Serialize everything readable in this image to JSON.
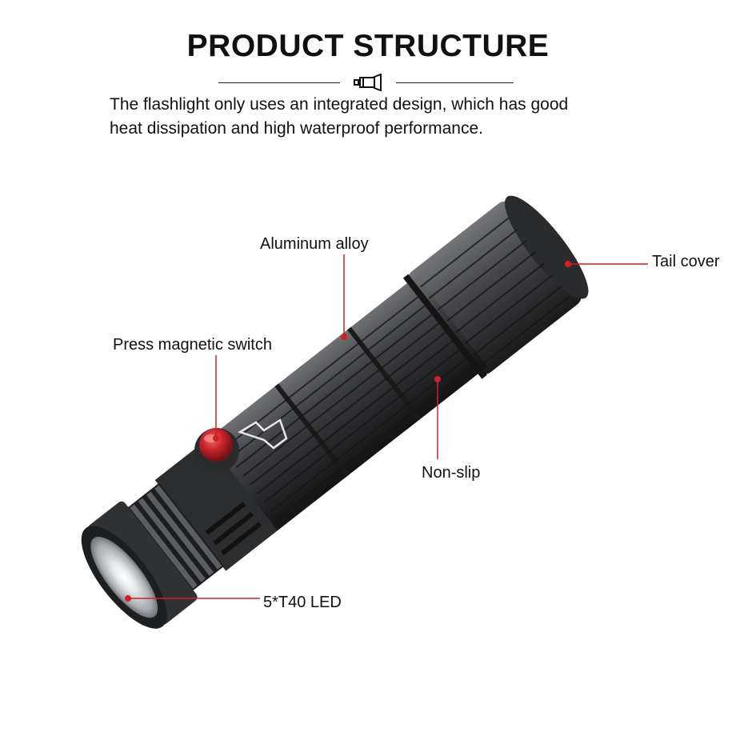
{
  "heading": {
    "title": "PRODUCT STRUCTURE",
    "icon": "flashlight-icon"
  },
  "description": {
    "line1": "The flashlight only uses an integrated design, which has good",
    "line2": "heat dissipation and high waterproof performance."
  },
  "callouts": {
    "aluminum": "Aluminum alloy",
    "tail": "Tail cover",
    "switch": "Press magnetic switch",
    "nonslip": "Non-slip",
    "led": "5*T40 LED"
  },
  "colors": {
    "accent": "#d21f26",
    "body": "#3a3b3d",
    "switch": "#c8262b"
  }
}
